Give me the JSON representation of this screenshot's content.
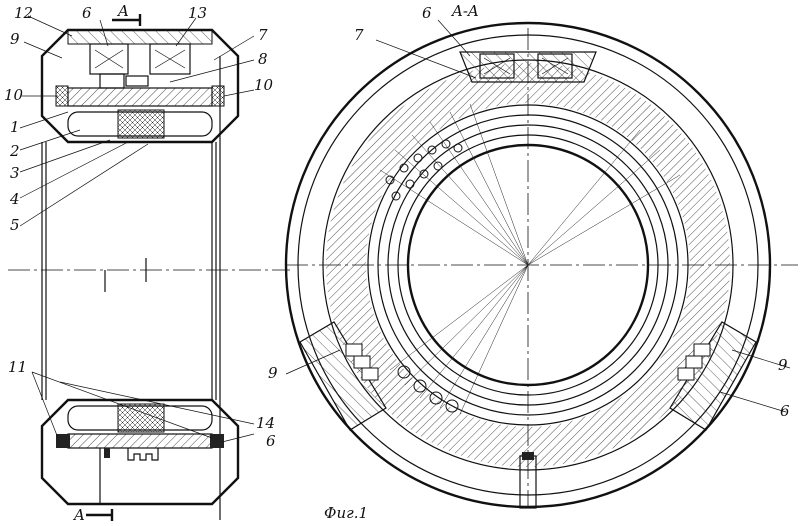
{
  "labels": {
    "left": [
      "12",
      "6",
      "13",
      "9",
      "7",
      "8",
      "10",
      "10",
      "1",
      "2",
      "3",
      "4",
      "5",
      "11",
      "14",
      "6"
    ],
    "right": [
      "6",
      "7",
      "9",
      "9",
      "6"
    ]
  },
  "section": {
    "top": "A",
    "bottom": "A",
    "view": "A-A"
  },
  "caption": "Фиг.1"
}
